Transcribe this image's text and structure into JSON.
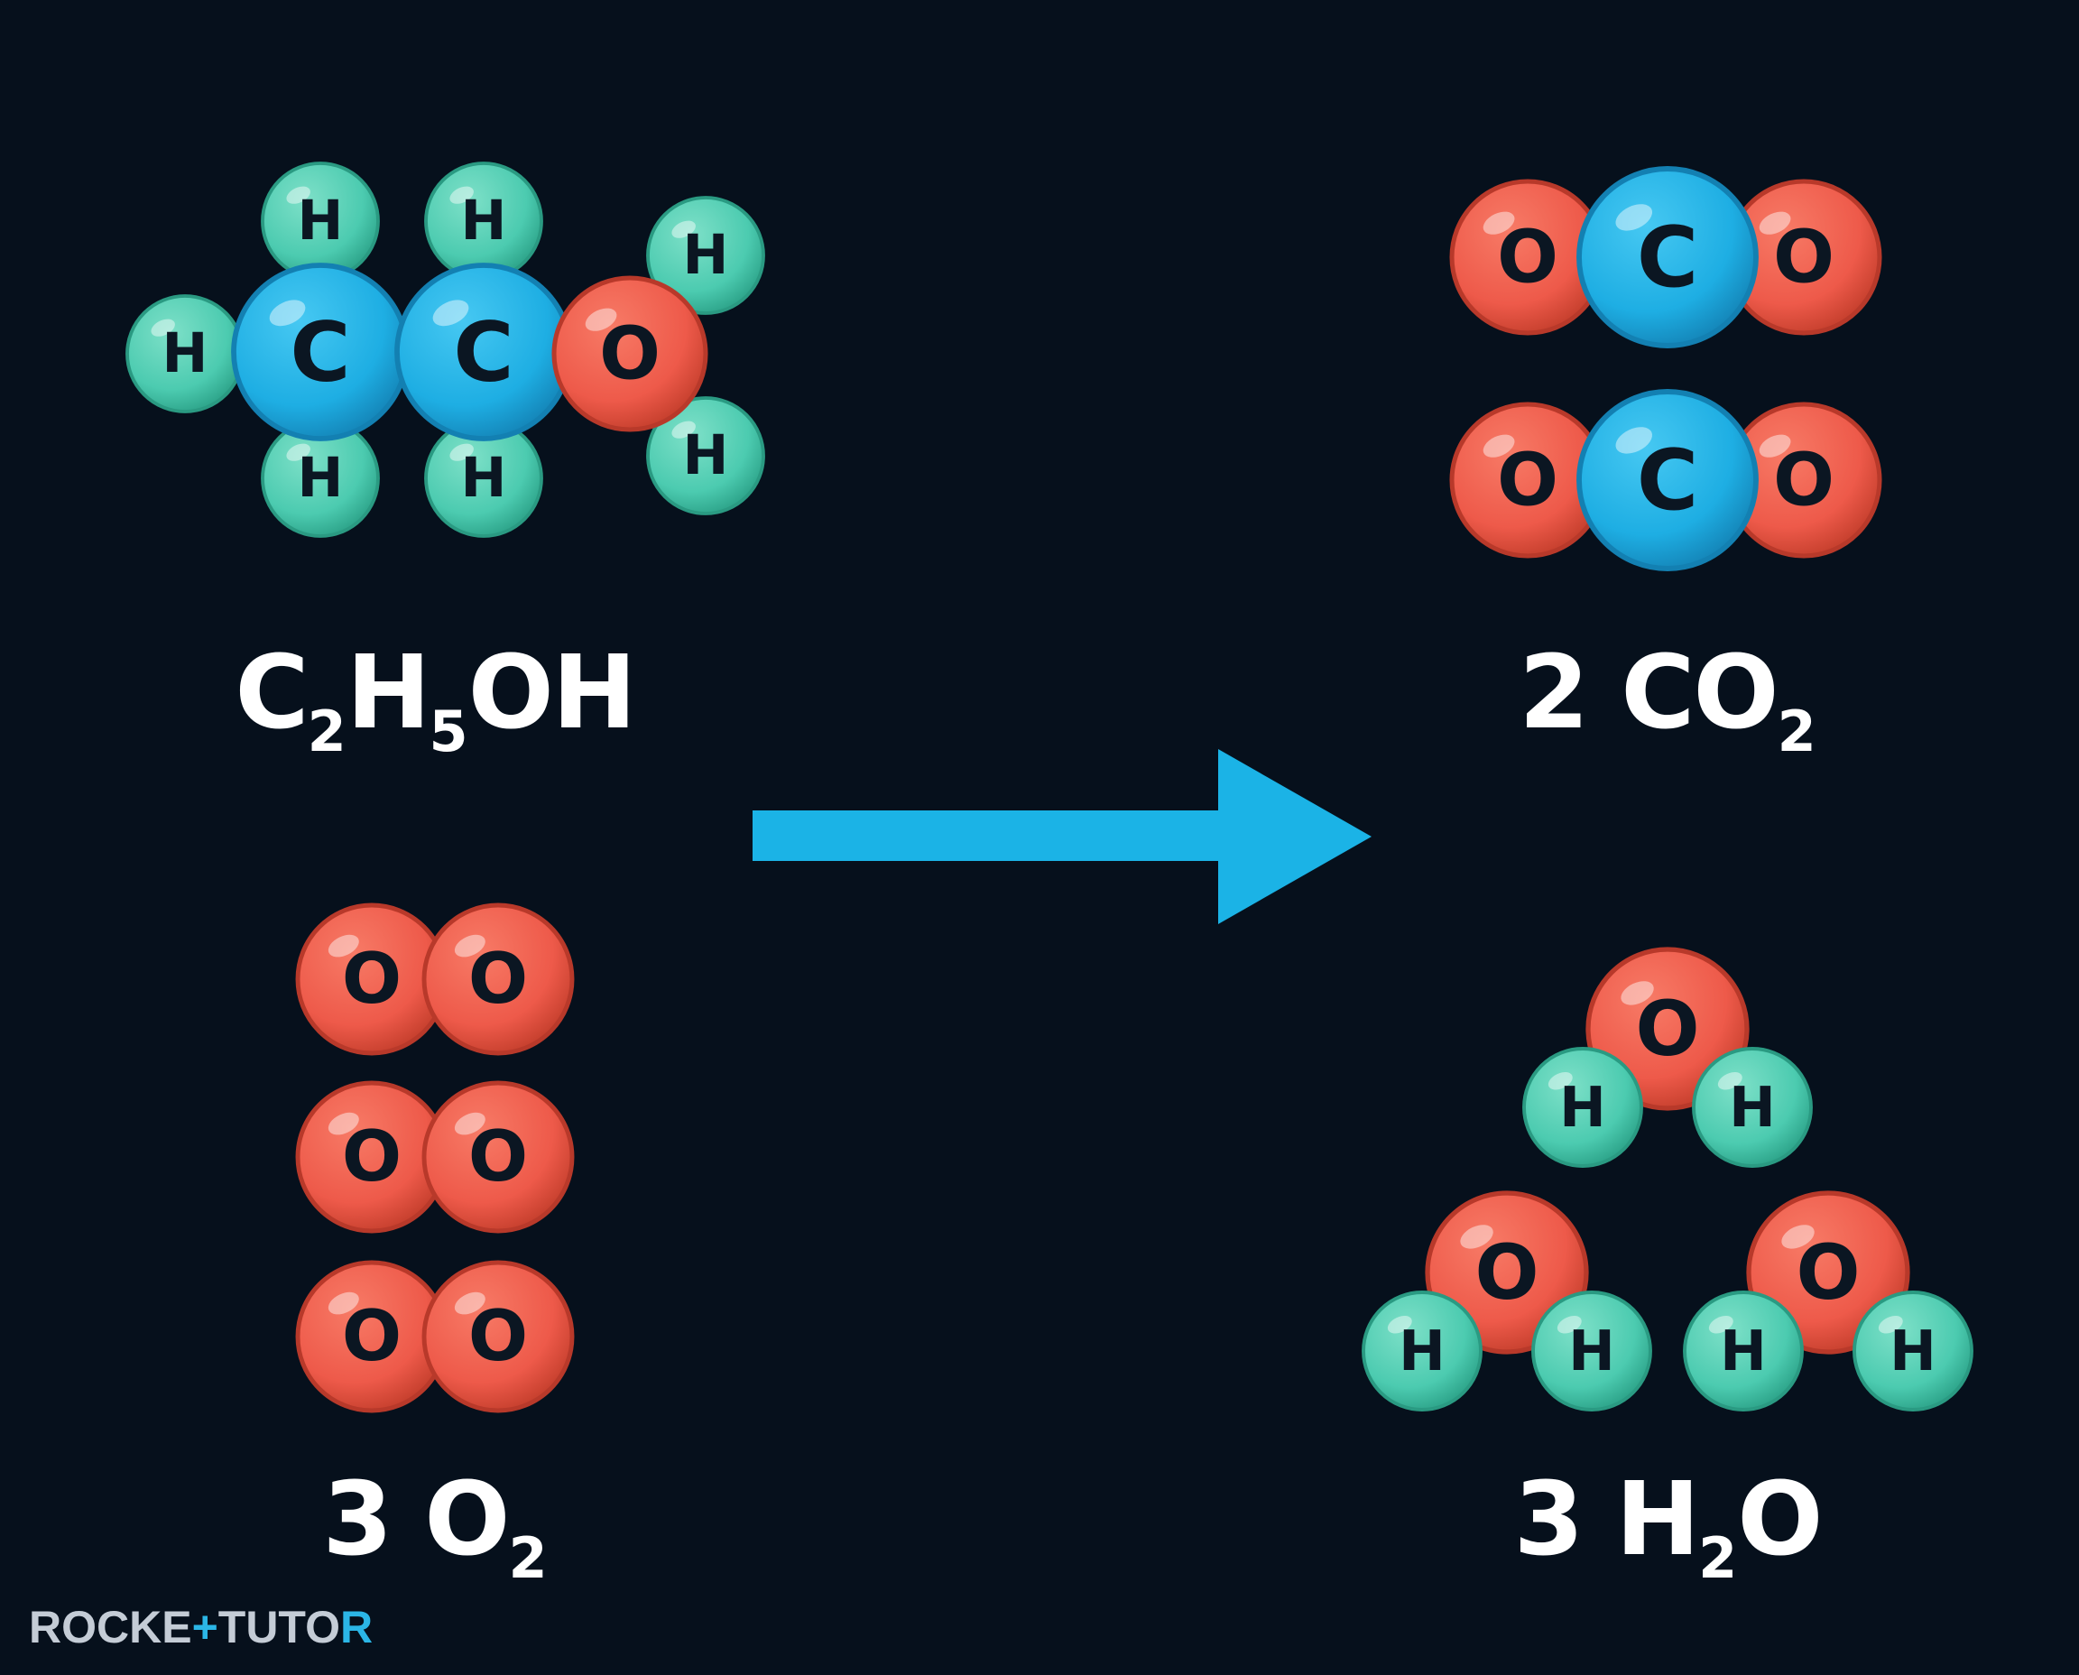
{
  "colors": {
    "background": "#06101c",
    "carbon": "#1eaee3",
    "oxygen": "#ee5a4a",
    "hydrogen": "#4ccbb0",
    "arrow": "#1bb3e6"
  },
  "atom_labels": {
    "carbon": "C",
    "oxygen": "O",
    "hydrogen": "H"
  },
  "formulas": {
    "ethanol": {
      "main": [
        "C",
        "H",
        "OH"
      ],
      "subs": [
        "2",
        "5"
      ]
    },
    "oxygen": {
      "coef": "3 O",
      "sub": "2"
    },
    "carbon_dioxide": {
      "coef": "2 CO",
      "sub": "2"
    },
    "water": {
      "coef": "3 H",
      "sub": "2",
      "tail": "O"
    }
  },
  "logo": {
    "part1": "ROCKE",
    "accent1": "+",
    "part2": "TUTO",
    "accent2": "R"
  }
}
